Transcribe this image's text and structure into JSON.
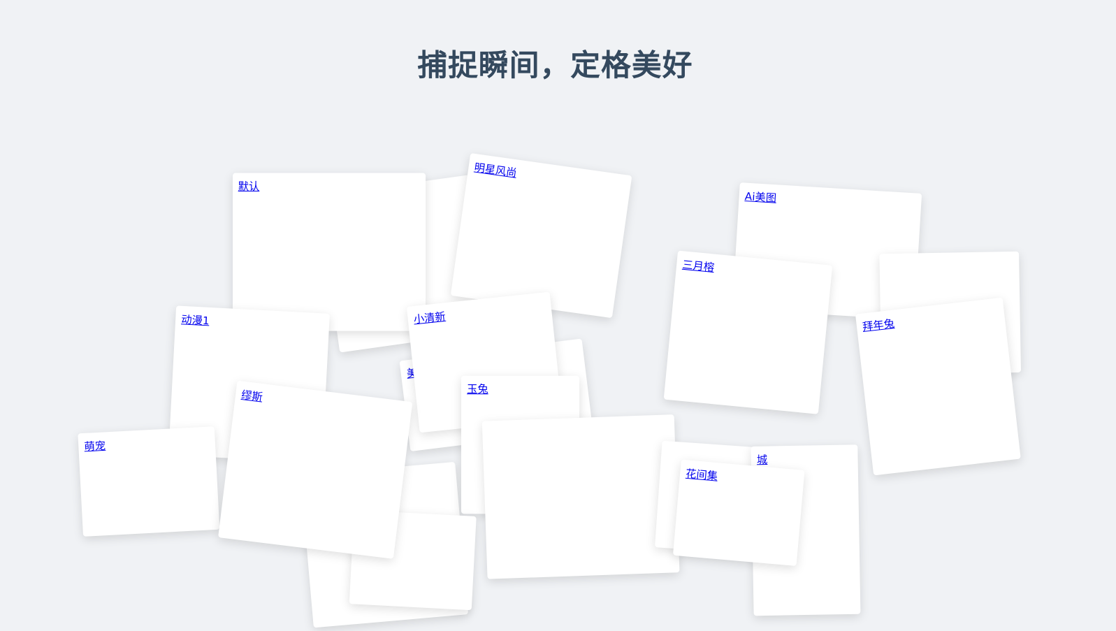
{
  "title": "捕捉瞬间，定格美好",
  "cards": [
    {
      "label": ""
    },
    {
      "label": "明星风尚"
    },
    {
      "label": "默认"
    },
    {
      "label": "动漫1"
    },
    {
      "label": "美"
    },
    {
      "label": "小清新"
    },
    {
      "label": ""
    },
    {
      "label": "玉兔"
    },
    {
      "label": ""
    },
    {
      "label": ""
    },
    {
      "label": "萌宠"
    },
    {
      "label": "缪斯"
    },
    {
      "label": "Ai美图"
    },
    {
      "label": ""
    },
    {
      "label": "三月榕"
    },
    {
      "label": "拜年兔"
    },
    {
      "label": ""
    },
    {
      "label": "城"
    },
    {
      "label": "花间集"
    }
  ]
}
